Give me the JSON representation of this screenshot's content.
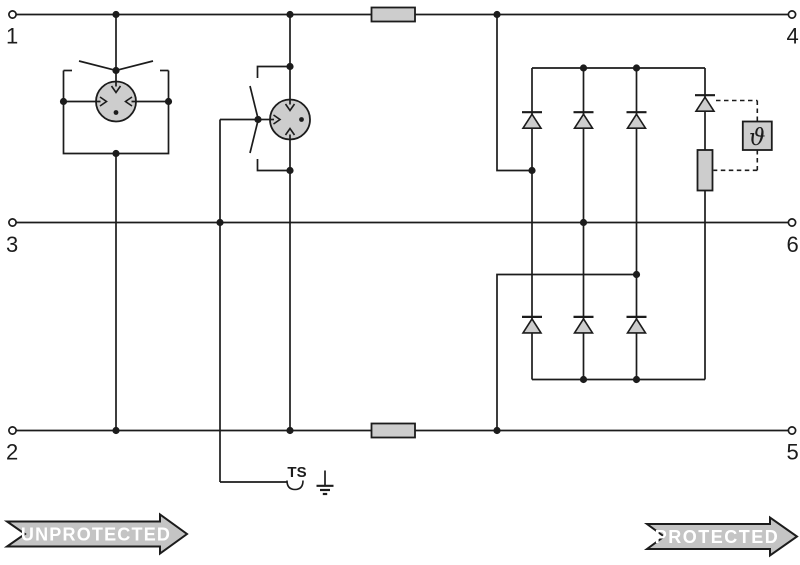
{
  "terminals": {
    "t1": "1",
    "t2": "2",
    "t3": "3",
    "t4": "4",
    "t5": "5",
    "t6": "6"
  },
  "labels": {
    "thermal_signal": "TS",
    "temperature_sensor": "ϑ"
  },
  "banners": {
    "unprotected": "UNPROTECTED",
    "protected": "PROTECTED"
  },
  "colors": {
    "line": "#1c1c1c",
    "component_fill": "#cdcdcd",
    "banner_fill": "#c4c4c4",
    "banner_text": "#ffffff",
    "background": "#ffffff"
  },
  "icons": {
    "gas-discharge-tube-icon": "gray circle with inward arrow electrodes",
    "disconnect-switch-icon": "open blade lines beside electrode",
    "diode-icon": "gray triangle with cathode bar",
    "fuse-icon": "gray rectangle on wire",
    "thermal-fuse-icon": "tall gray rectangle",
    "thermal-sensor-icon": "dashed-linked gray box with theta",
    "earth-ground-icon": "three stacked bars",
    "ts-contact-icon": "open hook at wire end",
    "flow-arrow-icon": "notched banner arrow"
  }
}
